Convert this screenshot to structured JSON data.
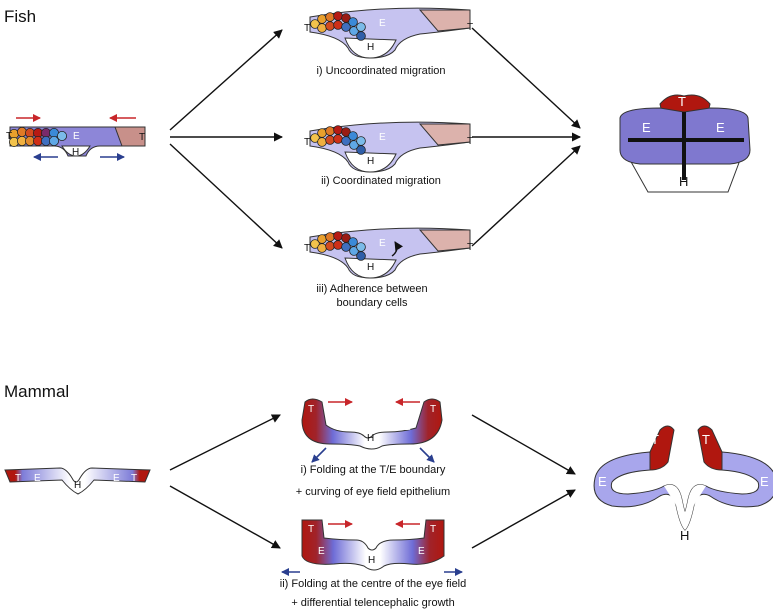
{
  "sections": {
    "fish": "Fish",
    "mammal": "Mammal"
  },
  "region_labels": {
    "telencephalon": "T",
    "eye_field": "E",
    "hypothalamus": "H"
  },
  "fish_models": [
    {
      "caption": [
        "i) Uncoordinated migration"
      ]
    },
    {
      "caption": [
        "ii) Coordinated migration"
      ]
    },
    {
      "caption": [
        "iii) Adherence between",
        "boundary cells"
      ]
    }
  ],
  "mammal_models": [
    {
      "caption": [
        "i) Folding at the T/E boundary",
        "+ curving of eye field epithelium"
      ]
    },
    {
      "caption": [
        "ii) Folding at the centre of the eye field",
        "+ differential telencephalic growth"
      ]
    }
  ],
  "colors": {
    "telencephalon": "#b0170f",
    "telencephalon_pale": "#d9a79f",
    "eye_field": "#8d86d8",
    "eye_field_pale": "#c6c3f0",
    "hypothalamus": "#ffffff",
    "arrow_red": "#c8262a",
    "arrow_blue": "#2a3f8f"
  }
}
